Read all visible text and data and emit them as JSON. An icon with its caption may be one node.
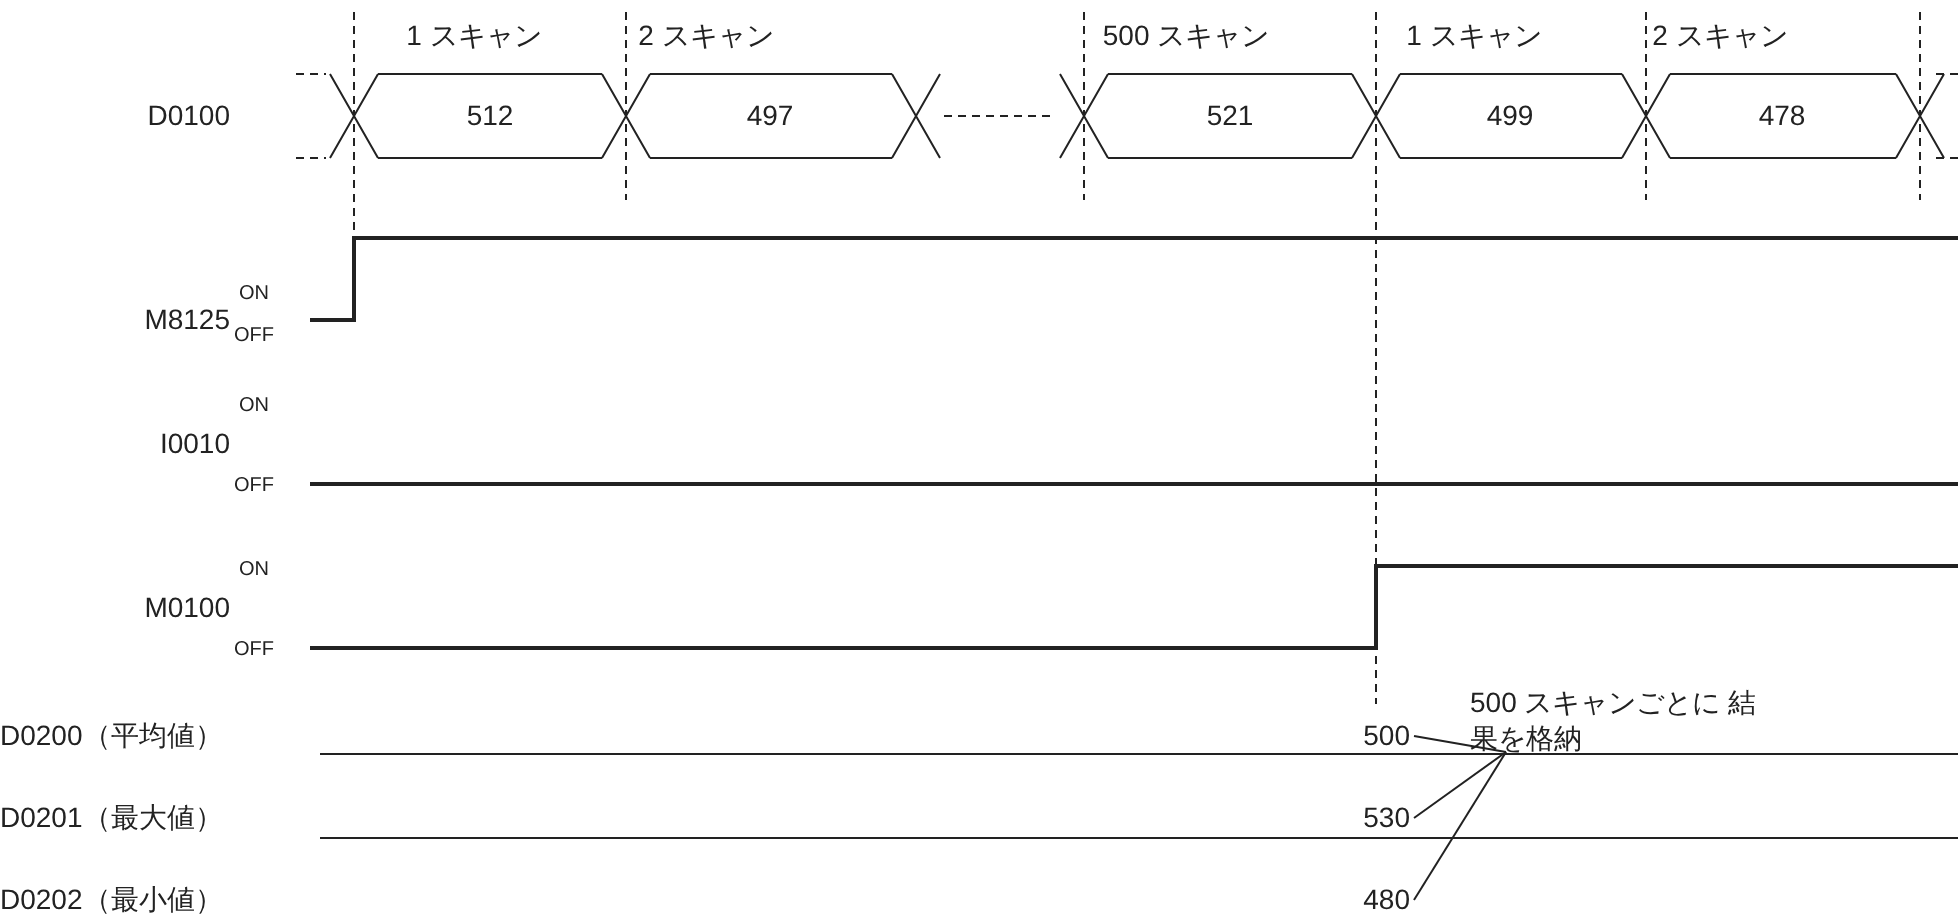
{
  "diagram": {
    "nodes": [
      {
        "text": [
          "500 スキャンごとに 結果を格納"
        ]
      },
      {
        "text": [
          "500"
        ]
      },
      {
        "text": [
          "530"
        ]
      },
      {
        "text": [
          "480"
        ]
      }
    ],
    "edges": [
      {
        "from": 0,
        "to": 1,
        "arrow": "none"
      },
      {
        "from": 0,
        "to": 2,
        "arrow": "none"
      },
      {
        "from": 0,
        "to": 3,
        "arrow": "none"
      }
    ],
    "labels": [
      "1 スキャン",
      "2 スキャン",
      "500 スキャン",
      "1 スキャン",
      "2 スキャン",
      "D0100",
      "512",
      "497",
      "521",
      "499",
      "478",
      "ON",
      "M8125",
      "OFF",
      "ON",
      "I0010",
      "OFF",
      "ON",
      "M0100",
      "OFF",
      "D0200（平均値）",
      "D0201（最大値）",
      "D0202（最小値）"
    ]
  }
}
